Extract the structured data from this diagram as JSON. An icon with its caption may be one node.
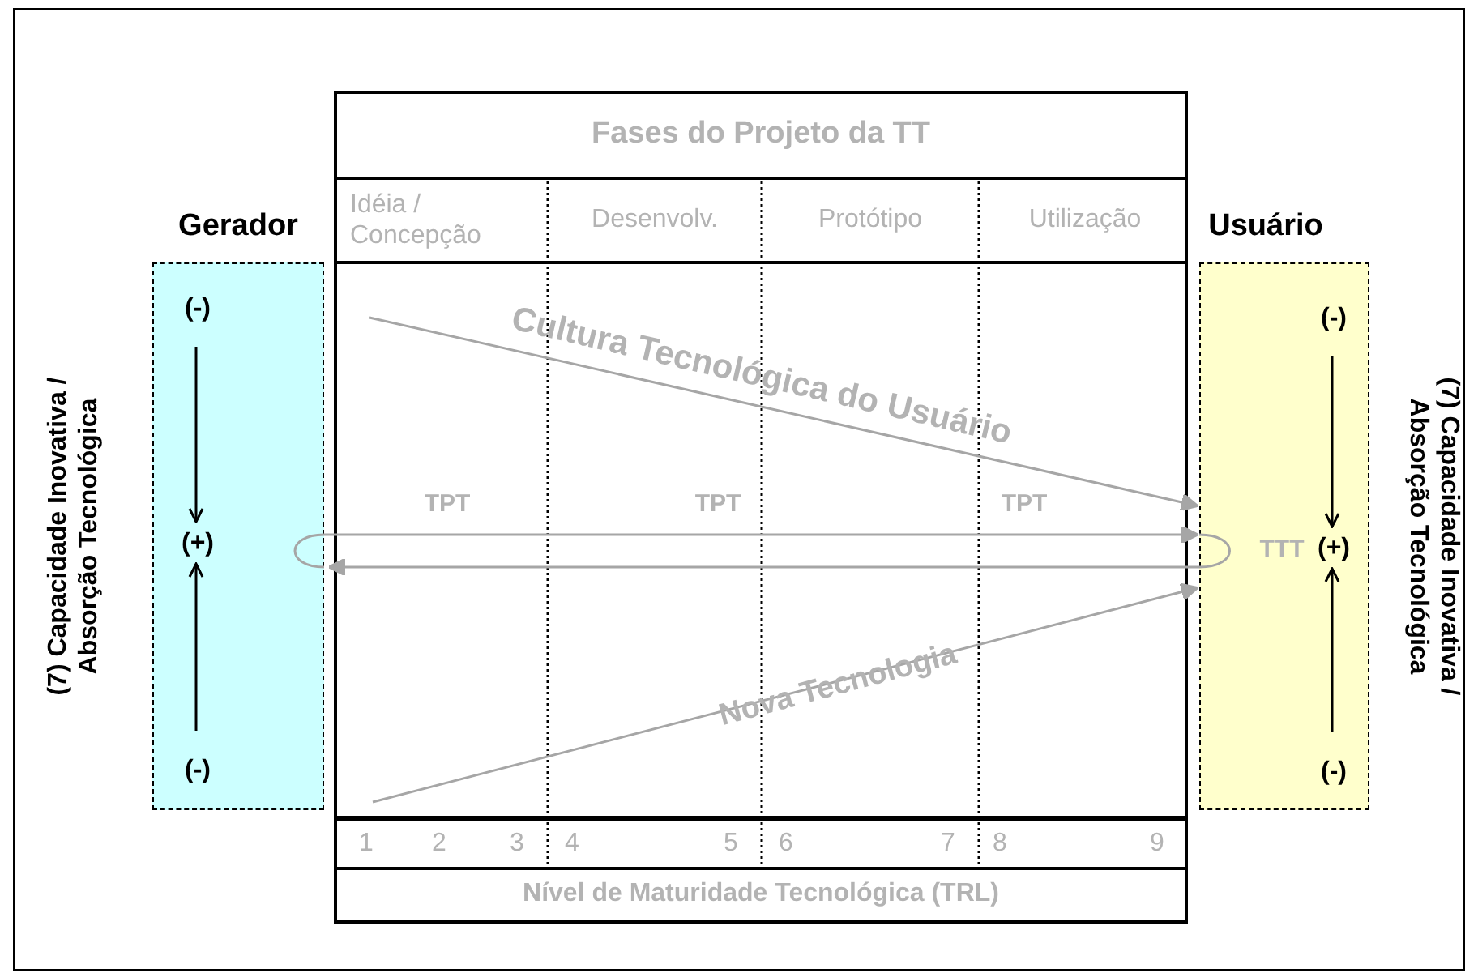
{
  "diagram": {
    "nodes": [
      {
        "text": [
          "Gerador"
        ],
        "beside": [
          "(7) Capacidade Inovativa / Absorção Tecnológica"
        ]
      },
      {
        "text": [
          "(-)"
        ],
        "in": 0
      },
      {
        "text": [
          "(+)"
        ],
        "in": 0
      },
      {
        "text": [
          "(-)"
        ],
        "in": 0
      },
      {
        "text": [
          "Fases do Projeto da TT",
          "Nível de Maturidade Tecnológica (TRL)"
        ]
      },
      {
        "text": [
          "Idéia / Concepção"
        ],
        "in": 4
      },
      {
        "text": [
          "Desenvolv."
        ],
        "in": 4
      },
      {
        "text": [
          "Protótipo"
        ],
        "in": 4
      },
      {
        "text": [
          "Utilização"
        ],
        "in": 4
      },
      {
        "text": [
          "Usuário"
        ],
        "beside": [
          "(7) Capacidade Inovativa / Absorção Tecnológica"
        ]
      },
      {
        "text": [
          "(-)"
        ],
        "in": 9
      },
      {
        "text": [
          "(+)"
        ],
        "in": 9
      },
      {
        "text": [
          "(-)"
        ],
        "in": 9
      }
    ],
    "edges": [
      {
        "from": 1,
        "to": 2,
        "arrow": "to"
      },
      {
        "from": 3,
        "to": 2,
        "arrow": "to"
      },
      {
        "from": 10,
        "to": 11,
        "arrow": "to"
      },
      {
        "from": 12,
        "to": 11,
        "arrow": "to"
      },
      {
        "from": null,
        "to": 9,
        "arrow": "to",
        "label": "Cultura Tecnológica do Usuário",
        "color": "#a6a6a6"
      },
      {
        "from": null,
        "to": 9,
        "arrow": "to",
        "label": "Nova Tecnologia",
        "color": "#a6a6a6"
      },
      {
        "from": 0,
        "to": 9,
        "arrow": "to",
        "label": "TPT",
        "color": "#a6a6a6"
      },
      {
        "from": 9,
        "to": 0,
        "arrow": "to",
        "color": "#a6a6a6"
      }
    ],
    "labels": [
      "TPT",
      "TPT",
      "TTT",
      "1",
      "2",
      "3",
      "4",
      "5",
      "6",
      "7",
      "8",
      "9"
    ]
  }
}
